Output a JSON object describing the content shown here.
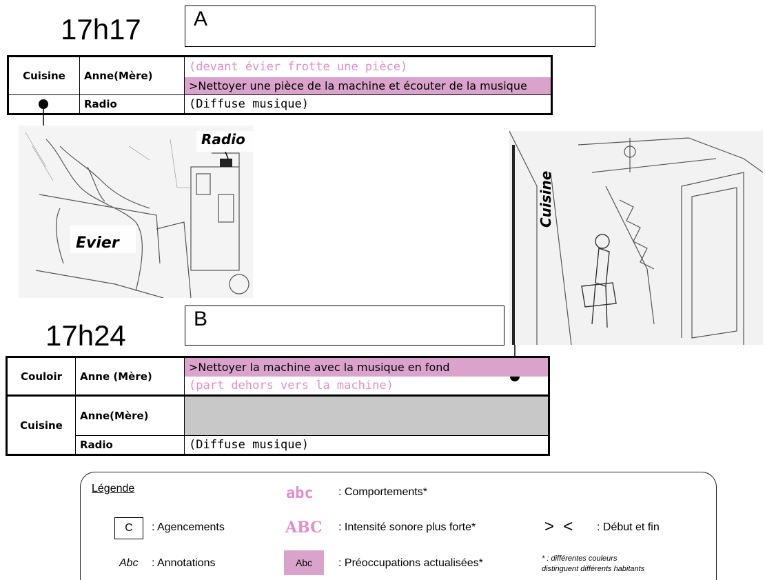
{
  "scenes": [
    {
      "time": "17h17",
      "label": "A",
      "rows": [
        {
          "place": "Cuisine",
          "person": "Anne(Mère)",
          "behavior": "(devant évier frotte une pièce)",
          "preoccupation": ">Nettoyer une pièce de la machine et écouter de la musique"
        },
        {
          "person": "Radio",
          "behavior": "(Diffuse musique)"
        }
      ],
      "photo_annotations": {
        "radio": "Radio",
        "evier": "Evier"
      }
    },
    {
      "time": "17h24",
      "label": "B",
      "rows": [
        {
          "place": "Couloir",
          "person": "Anne (Mère)",
          "preoccupation": ">Nettoyer la machine avec la musique en fond",
          "behavior": "(part dehors vers la machine)"
        },
        {
          "place": "Cuisine",
          "person": "Anne(Mère)",
          "behavior": ""
        },
        {
          "person": "Radio",
          "behavior": "(Diffuse musique)"
        }
      ],
      "photo_annotations": {
        "cuisine": "Cuisine"
      }
    }
  ],
  "legend": {
    "title": "Légende",
    "items": {
      "comportements_sample": "abc",
      "comportements": ": Comportements*",
      "intensite_sample": "ABC",
      "intensite": ": Intensité sonore plus forte*",
      "agencements_sample": "C",
      "agencements": ": Agencements",
      "debut_fin_sample": ">  <",
      "debut_fin": ": Début et fin",
      "annotations_sample": "Abc",
      "annotations": ": Annotations",
      "preoccupations_sample": "Abc",
      "preoccupations": ": Préoccupations actualisées*",
      "note_line1": "* : différentes couleurs",
      "note_line2": "distinguent différents habitants"
    }
  },
  "colors": {
    "pink_text": "#e28ec8",
    "pink_fill": "#d9a3cc",
    "grey_fill": "#c8c8c8"
  }
}
